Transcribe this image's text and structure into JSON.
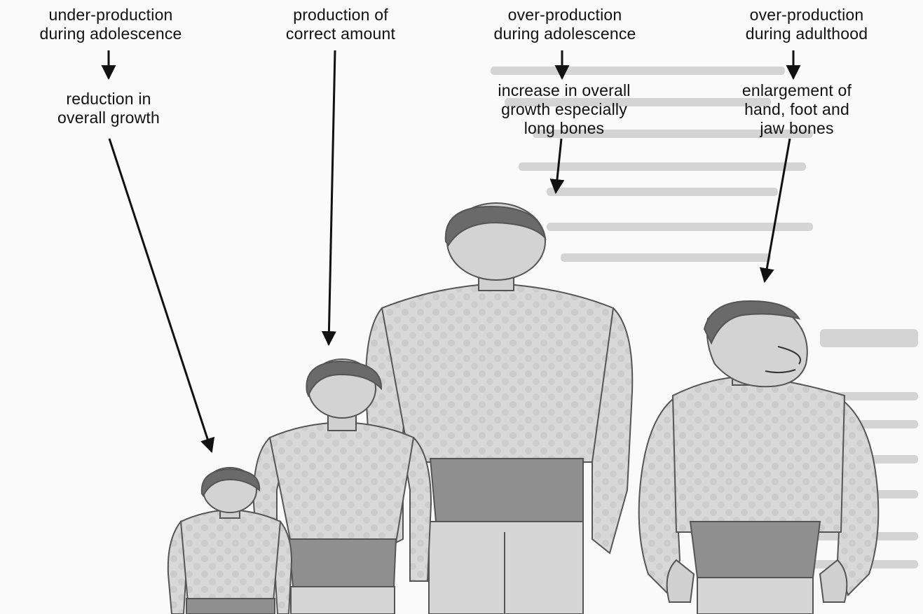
{
  "stages": [
    {
      "hormone_condition": [
        "under-production",
        "during adolescence"
      ],
      "effect": [
        "reduction in",
        "overall growth"
      ]
    },
    {
      "hormone_condition": [
        "production of",
        "correct amount"
      ],
      "effect": []
    },
    {
      "hormone_condition": [
        "over-production",
        "during adolescence"
      ],
      "effect": [
        "increase in overall",
        "growth especially",
        "long bones"
      ]
    },
    {
      "hormone_condition": [
        "over-production",
        "during adulthood"
      ],
      "effect": [
        "enlargement of",
        "hand, foot and",
        "jaw bones"
      ]
    }
  ],
  "colors": {
    "ink": "#111111",
    "skin": "#d6d6d6",
    "shorts": "#8f8f8f",
    "hair": "#6a6a6a",
    "background_text": "#d9d9d9"
  }
}
